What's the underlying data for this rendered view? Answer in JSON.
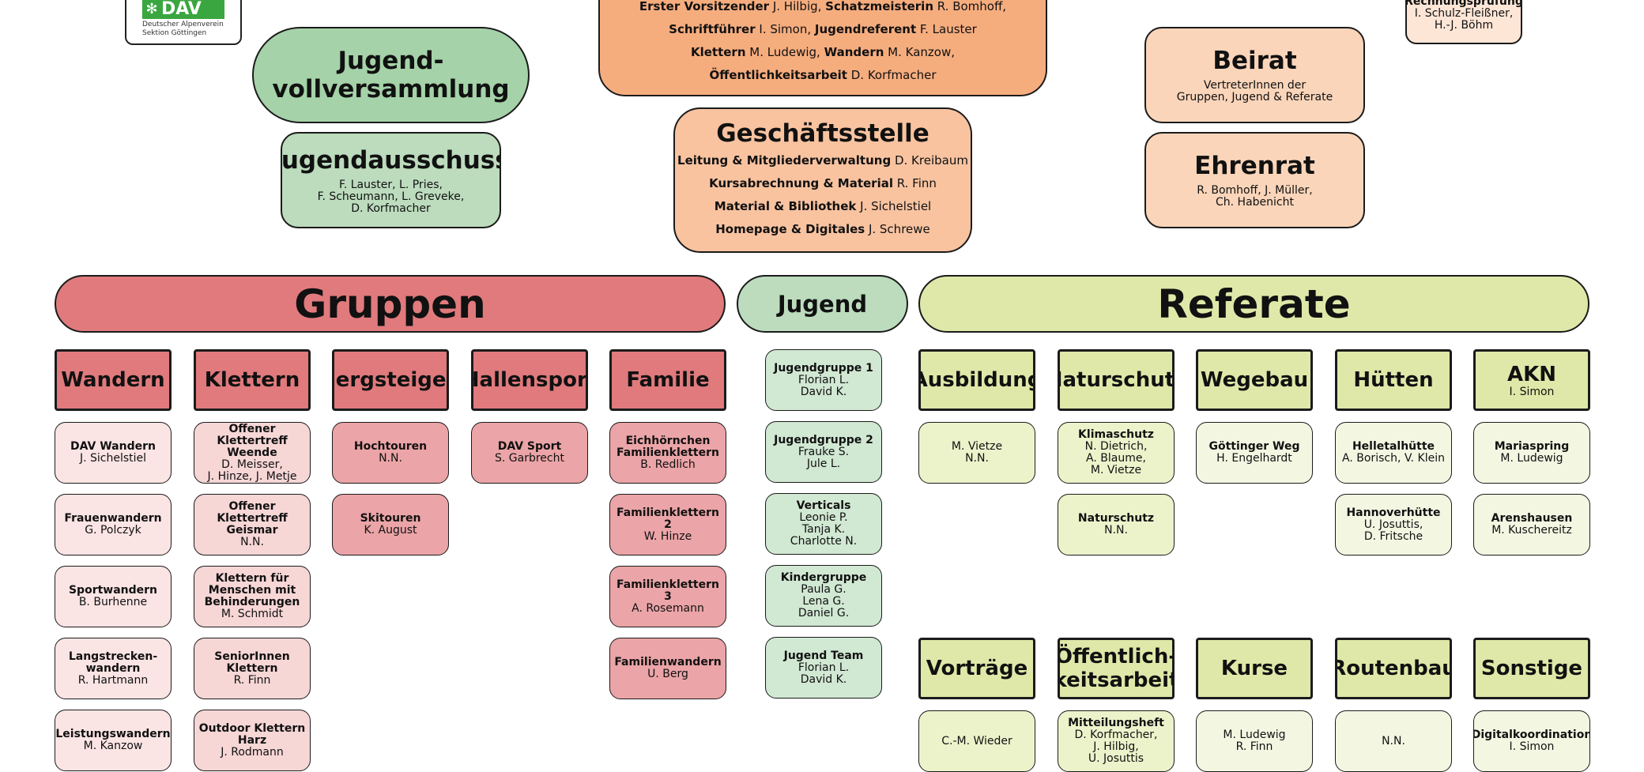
{
  "logo": {
    "mark": "DAV",
    "line1": "Deutscher Alpenverein",
    "line2": "Sektion Göttingen",
    "icon": "edelweiss-icon"
  },
  "top": {
    "vorstand": [
      [
        {
          "b": "Erster Vorsitzender",
          "t": " J. Hilbig, "
        },
        {
          "b": "Schatzmeisterin",
          "t": " R. Bomhoff,"
        }
      ],
      [
        {
          "b": "Schriftführer",
          "t": " I. Simon, "
        },
        {
          "b": "Jugendreferent",
          "t": " F. Lauster"
        }
      ],
      [
        {
          "b": "Klettern",
          "t": " M. Ludewig, "
        },
        {
          "b": "Wandern",
          "t": " M. Kanzow,"
        }
      ],
      [
        {
          "b": "Öffentlichkeitsarbeit",
          "t": " D. Korfmacher"
        }
      ]
    ],
    "jugendvollversammlung": {
      "line1": "Jugend-",
      "line2": "vollversammlung"
    },
    "jugendausschuss": {
      "title": "Jugendausschuss",
      "lines": [
        "F. Lauster, L. Pries,",
        "F. Scheumann, L. Greveke,",
        "D. Korfmacher"
      ]
    },
    "geschaeftsstelle": {
      "title": "Geschäftsstelle",
      "rows": [
        {
          "b": "Leitung & Mitgliederverwaltung",
          "t": " D. Kreibaum"
        },
        {
          "b": "Kursabrechnung & Material",
          "t": " R. Finn"
        },
        {
          "b": "Material & Bibliothek",
          "t": " J. Sichelstiel"
        },
        {
          "b": "Homepage & Digitales",
          "t": " J. Schrewe"
        }
      ]
    },
    "beirat": {
      "title": "Beirat",
      "lines": [
        "VertreterInnen der",
        "Gruppen, Jugend & Referate"
      ]
    },
    "ehrenrat": {
      "title": "Ehrenrat",
      "lines": [
        "R. Bomhoff, J. Müller,",
        "Ch. Habenicht"
      ]
    },
    "rechnungspruefung": {
      "title": "Rechnungsprüfung",
      "lines": [
        "I. Schulz-Fleißner,",
        "H.-J. Böhm"
      ]
    }
  },
  "gruppen": {
    "title": "Gruppen",
    "wandern": {
      "header": "Wandern",
      "cards": [
        {
          "title": [
            "DAV Wandern"
          ],
          "people": [
            "J. Sichelstiel"
          ]
        },
        {
          "title": [
            "Frauenwandern"
          ],
          "people": [
            "G. Polczyk"
          ]
        },
        {
          "title": [
            "Sportwandern"
          ],
          "people": [
            "B. Burhenne"
          ]
        },
        {
          "title": [
            "Langstrecken-",
            "wandern"
          ],
          "people": [
            "R. Hartmann"
          ]
        },
        {
          "title": [
            "Leistungswandern"
          ],
          "people": [
            "M. Kanzow"
          ]
        }
      ]
    },
    "klettern": {
      "header": "Klettern",
      "cards": [
        {
          "title": [
            "Offener Klettertreff",
            "Weende"
          ],
          "people": [
            "D. Meisser,",
            "J. Hinze, J. Metje"
          ]
        },
        {
          "title": [
            "Offener Klettertreff",
            "Geismar"
          ],
          "people": [
            "N.N."
          ]
        },
        {
          "title": [
            "Klettern für",
            "Menschen mit",
            "Behinderungen"
          ],
          "people": [
            "M. Schmidt"
          ]
        },
        {
          "title": [
            "SeniorInnen",
            "Klettern"
          ],
          "people": [
            "R. Finn"
          ]
        },
        {
          "title": [
            "Outdoor Klettern",
            "Harz"
          ],
          "people": [
            "J. Rodmann"
          ]
        }
      ]
    },
    "bergsteigen": {
      "header": "Bergsteigen",
      "cards": [
        {
          "title": [
            "Hochtouren"
          ],
          "people": [
            "N.N."
          ]
        },
        {
          "title": [
            "Skitouren"
          ],
          "people": [
            "K. August"
          ]
        }
      ]
    },
    "hallensport": {
      "header": "Hallensport",
      "cards": [
        {
          "title": [
            "DAV Sport"
          ],
          "people": [
            "S. Garbrecht"
          ]
        }
      ]
    },
    "familie": {
      "header": "Familie",
      "cards": [
        {
          "title": [
            "Eichhörnchen",
            "Familienklettern"
          ],
          "people": [
            "B. Redlich"
          ]
        },
        {
          "title": [
            "Familienklettern 2"
          ],
          "people": [
            "W. Hinze"
          ]
        },
        {
          "title": [
            "Familienklettern 3"
          ],
          "people": [
            "A. Rosemann"
          ]
        },
        {
          "title": [
            "Familienwandern"
          ],
          "people": [
            "U. Berg"
          ]
        }
      ]
    }
  },
  "jugend": {
    "title": "Jugend",
    "cards": [
      {
        "title": [
          "Jugendgruppe 1"
        ],
        "people": [
          "Florian L.",
          "David K."
        ]
      },
      {
        "title": [
          "Jugendgruppe 2"
        ],
        "people": [
          "Frauke S.",
          "Jule L."
        ]
      },
      {
        "title": [
          "Verticals"
        ],
        "people": [
          "Leonie P.",
          "Tanja K.",
          "Charlotte N."
        ]
      },
      {
        "title": [
          "Kindergruppe"
        ],
        "people": [
          "Paula G.",
          "Lena G.",
          "Daniel G."
        ]
      },
      {
        "title": [
          "Jugend Team"
        ],
        "people": [
          "Florian L.",
          "David K."
        ]
      }
    ]
  },
  "referate": {
    "title": "Referate",
    "row1": [
      {
        "header": [
          "Ausbildung"
        ],
        "sub": "",
        "cards": [
          {
            "title": [],
            "people": [
              "M. Vietze",
              "N.N."
            ]
          }
        ]
      },
      {
        "header": [
          "Naturschutz"
        ],
        "sub": "",
        "cards": [
          {
            "title": [
              "Klimaschutz"
            ],
            "people": [
              "N. Dietrich,",
              "A. Blaume,",
              "M. Vietze"
            ]
          },
          {
            "title": [
              "Naturschutz"
            ],
            "people": [
              "N.N."
            ]
          }
        ]
      },
      {
        "header": [
          "Wegebau"
        ],
        "sub": "",
        "cards": [
          {
            "title": [
              "Göttinger Weg"
            ],
            "people": [
              "H. Engelhardt"
            ]
          }
        ]
      },
      {
        "header": [
          "Hütten"
        ],
        "sub": "",
        "cards": [
          {
            "title": [
              "Helletalhütte"
            ],
            "people": [
              "A. Borisch, V. Klein"
            ]
          },
          {
            "title": [
              "Hannoverhütte"
            ],
            "people": [
              "U. Josuttis,",
              "D. Fritsche"
            ]
          }
        ]
      },
      {
        "header": [
          "AKN"
        ],
        "sub": "I. Simon",
        "cards": [
          {
            "title": [
              "Mariaspring"
            ],
            "people": [
              "M. Ludewig"
            ]
          },
          {
            "title": [
              "Arenshausen"
            ],
            "people": [
              "M. Kuschereitz"
            ]
          }
        ]
      }
    ],
    "row2": [
      {
        "header": [
          "Vorträge"
        ],
        "cards": [
          {
            "title": [],
            "people": [
              "C.-M. Wieder"
            ]
          }
        ]
      },
      {
        "header": [
          "Öffentlich-",
          "keitsarbeit"
        ],
        "cards": [
          {
            "title": [
              "Mitteilungsheft"
            ],
            "people": [
              "D. Korfmacher,",
              "J. Hilbig,",
              "U. Josuttis"
            ]
          }
        ]
      },
      {
        "header": [
          "Kurse"
        ],
        "cards": [
          {
            "title": [],
            "people": [
              "M. Ludewig",
              "R. Finn"
            ]
          }
        ]
      },
      {
        "header": [
          "Routenbau"
        ],
        "cards": [
          {
            "title": [],
            "people": [
              "N.N."
            ]
          }
        ]
      },
      {
        "header": [
          "Sonstige"
        ],
        "cards": [
          {
            "title": [
              "Digitalkoordination"
            ],
            "people": [
              "I. Simon"
            ]
          }
        ]
      }
    ]
  },
  "colors": {
    "gruppen": "#e07a7d",
    "jugend": "#b9dcbc",
    "referate": "#dfe8a8",
    "vorstand": "#f6ad7e",
    "beirat": "#fad5ba"
  }
}
